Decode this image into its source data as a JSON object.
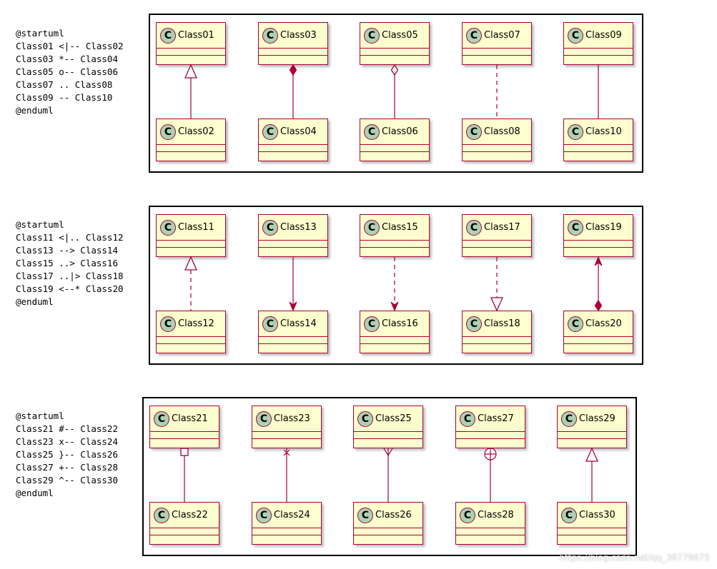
{
  "snippets": [
    [
      "@startuml",
      "Class01 <|-- Class02",
      "Class03 *-- Class04",
      "Class05 o-- Class06",
      "Class07 .. Class08",
      "Class09 -- Class10",
      "@enduml"
    ],
    [
      "@startuml",
      "Class11 <|.. Class12",
      "Class13 --> Class14",
      "Class15 ..> Class16",
      "Class17 ..|> Class18",
      "Class19 <--* Class20",
      "@enduml"
    ],
    [
      "@startuml",
      "Class21 #-- Class22",
      "Class23 x-- Class24",
      "Class25 }-- Class26",
      "Class27 +-- Class28",
      "Class29 ^-- Class30",
      "@enduml"
    ]
  ],
  "class_icon_letter": "C",
  "diagrams": [
    {
      "pairs": [
        {
          "top": "Class01",
          "bottom": "Class02",
          "relation": "inheritance",
          "line": "solid",
          "top_marker": "hollow-triangle",
          "bottom_marker": "none"
        },
        {
          "top": "Class03",
          "bottom": "Class04",
          "relation": "composition",
          "line": "solid",
          "top_marker": "filled-diamond",
          "bottom_marker": "none"
        },
        {
          "top": "Class05",
          "bottom": "Class06",
          "relation": "aggregation",
          "line": "solid",
          "top_marker": "hollow-diamond",
          "bottom_marker": "none"
        },
        {
          "top": "Class07",
          "bottom": "Class08",
          "relation": "dotted-link",
          "line": "dashed",
          "top_marker": "none",
          "bottom_marker": "none"
        },
        {
          "top": "Class09",
          "bottom": "Class10",
          "relation": "link",
          "line": "solid",
          "top_marker": "none",
          "bottom_marker": "none"
        }
      ]
    },
    {
      "pairs": [
        {
          "top": "Class11",
          "bottom": "Class12",
          "relation": "realization",
          "line": "dashed",
          "top_marker": "hollow-triangle",
          "bottom_marker": "none"
        },
        {
          "top": "Class13",
          "bottom": "Class14",
          "relation": "association",
          "line": "solid",
          "top_marker": "none",
          "bottom_marker": "open-arrow"
        },
        {
          "top": "Class15",
          "bottom": "Class16",
          "relation": "dependency",
          "line": "dashed",
          "top_marker": "none",
          "bottom_marker": "open-arrow"
        },
        {
          "top": "Class17",
          "bottom": "Class18",
          "relation": "realization",
          "line": "dashed",
          "top_marker": "none",
          "bottom_marker": "hollow-triangle"
        },
        {
          "top": "Class19",
          "bottom": "Class20",
          "relation": "composition-navigable",
          "line": "solid",
          "top_marker": "open-arrow",
          "bottom_marker": "filled-diamond"
        }
      ]
    },
    {
      "pairs": [
        {
          "top": "Class21",
          "bottom": "Class22",
          "relation": "square",
          "line": "solid",
          "top_marker": "hollow-square",
          "bottom_marker": "none"
        },
        {
          "top": "Class23",
          "bottom": "Class24",
          "relation": "cross",
          "line": "solid",
          "top_marker": "cross",
          "bottom_marker": "none"
        },
        {
          "top": "Class25",
          "bottom": "Class26",
          "relation": "crowfoot",
          "line": "solid",
          "top_marker": "crowfoot",
          "bottom_marker": "none"
        },
        {
          "top": "Class27",
          "bottom": "Class28",
          "relation": "nested",
          "line": "solid",
          "top_marker": "circle-plus",
          "bottom_marker": "none"
        },
        {
          "top": "Class29",
          "bottom": "Class30",
          "relation": "inheritance",
          "line": "solid",
          "top_marker": "hollow-triangle",
          "bottom_marker": "none"
        }
      ]
    }
  ],
  "watermark": "https://blog.csdn.net/qq_36779675",
  "colors": {
    "class_fill": "#fefece",
    "class_border": "#a80036",
    "icon_fill": "#add1b2",
    "link": "#a80036",
    "frame": "#000000"
  }
}
